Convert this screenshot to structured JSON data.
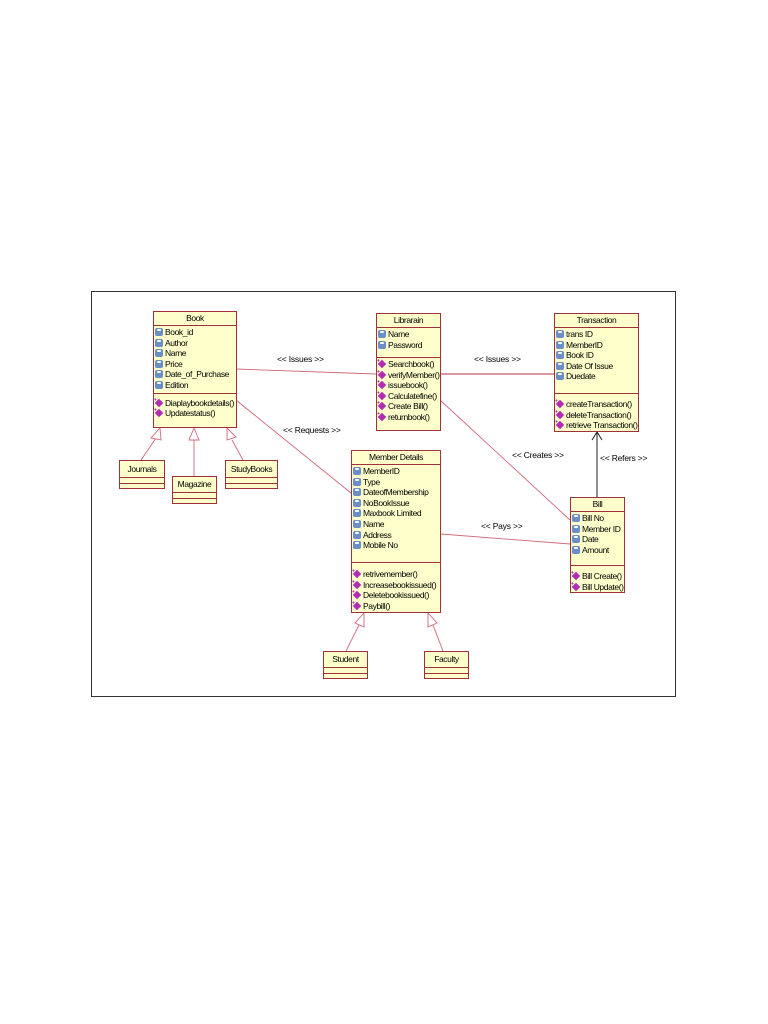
{
  "classes": {
    "book": {
      "name": "Book",
      "attributes": [
        "Book_id",
        "Author",
        "Name",
        "Price",
        "Date_of_Purchase",
        "Edition"
      ],
      "operations": [
        "Diaplaybookdetails()",
        "Updatestatus()"
      ]
    },
    "librarian": {
      "name": "Librarain",
      "attributes": [
        "Name",
        "Password"
      ],
      "operations": [
        "Searchbook()",
        "verifyMember()",
        "issuebook()",
        "Calculatefine()",
        "Create Bill()",
        "returnbook()"
      ]
    },
    "transaction": {
      "name": "Transaction",
      "attributes": [
        "trans ID",
        "MemberID",
        "Book ID",
        "Date Of Issue",
        "Duedate"
      ],
      "operations": [
        "createTransaction()",
        "deleteTransaction()",
        "retrieve Transaction()"
      ]
    },
    "member_details": {
      "name": "Member Details",
      "attributes": [
        "MemberID",
        "Type",
        "DateofMembership",
        "NoBookIssue",
        "Maxbook Limited",
        "Name",
        "Address",
        "Mobile No"
      ],
      "operations": [
        "retrivemember()",
        "Increasebookissued()",
        "Deletebookissued()",
        "Paybill()"
      ]
    },
    "bill": {
      "name": "Bill",
      "attributes": [
        "Bill No",
        "Member ID",
        "Date",
        "Amount"
      ],
      "operations": [
        "Bill Create()",
        "Bill Update()"
      ]
    },
    "journals": {
      "name": "Journals"
    },
    "magazine": {
      "name": "Magazine"
    },
    "study_books": {
      "name": "StudyBooks"
    },
    "student": {
      "name": "Student"
    },
    "faculty": {
      "name": "Faculty"
    }
  },
  "relationships": {
    "book_librarian": "<< Issues >>",
    "librarian_transaction": "<< Issues >>",
    "book_member": "<< Requests >>",
    "librarian_bill": "<< Creates >>",
    "bill_transaction": "<< Refers >>",
    "member_bill": "<< Pays >>"
  },
  "colors": {
    "class_fill": "#ffffcc",
    "class_border": "#a0303a",
    "association_line": "#d06878",
    "attribute_icon": "#6a8fc7",
    "operation_icon": "#b42bb4"
  }
}
